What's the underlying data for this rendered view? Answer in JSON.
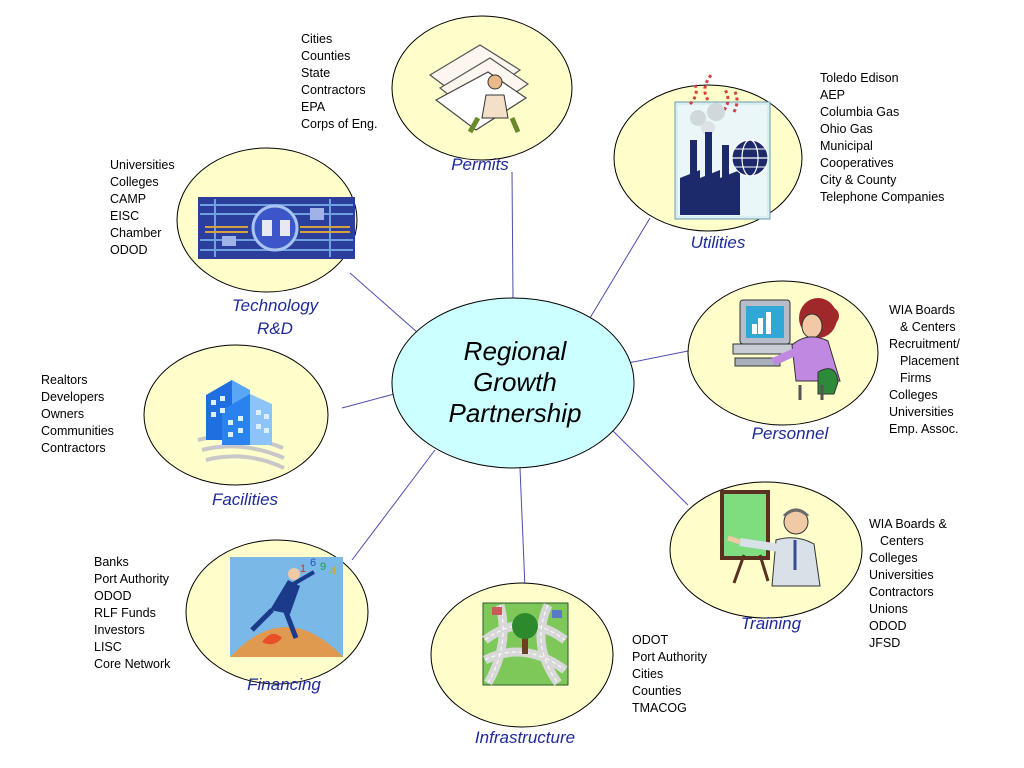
{
  "center": {
    "lines": [
      "Regional",
      "Growth",
      "Partnership"
    ]
  },
  "colors": {
    "node_fill": "#ffffcc",
    "center_fill": "#ccffff",
    "label": "#1f2a99",
    "connector": "#4d4dad"
  },
  "nodes": {
    "permits": {
      "label": "Permits",
      "icon": "papers-icon",
      "stakeholders": [
        "Cities",
        "Counties",
        "State",
        "Contractors",
        "EPA",
        "Corps of Eng."
      ]
    },
    "utilities": {
      "label": "Utilities",
      "icon": "factory-globe-icon",
      "stakeholders": [
        "Toledo Edison",
        "AEP",
        "Columbia Gas",
        "Ohio Gas",
        "Municipal",
        "Cooperatives",
        "City & County",
        "Telephone Companies"
      ]
    },
    "technology": {
      "label_lines": [
        "Technology",
        "R&D"
      ],
      "icon": "circuit-board-icon",
      "stakeholders": [
        "Universities",
        "Colleges",
        "CAMP",
        "EISC",
        "Chamber",
        "ODOD"
      ]
    },
    "personnel": {
      "label": "Personnel",
      "icon": "computer-worker-icon",
      "stakeholders": [
        "WIA Boards",
        "& Centers",
        "Recruitment/",
        "Placement",
        "Firms",
        "Colleges",
        "Universities",
        "Emp. Assoc."
      ]
    },
    "facilities": {
      "label": "Facilities",
      "icon": "office-buildings-icon",
      "stakeholders": [
        "Realtors",
        "Developers",
        "Owners",
        "Communities",
        "Contractors"
      ]
    },
    "training": {
      "label": "Training",
      "icon": "teacher-board-icon",
      "stakeholders": [
        "WIA Boards &",
        "Centers",
        "Colleges",
        "Universities",
        "Contractors",
        "Unions",
        "ODOD",
        "JFSD"
      ]
    },
    "financing": {
      "label": "Financing",
      "icon": "runner-numbers-icon",
      "stakeholders": [
        "Banks",
        "Port Authority",
        "ODOD",
        "RLF Funds",
        "Investors",
        "LISC",
        "Core Network"
      ]
    },
    "infrastructure": {
      "label": "Infrastructure",
      "icon": "roads-tree-icon",
      "stakeholders": [
        "ODOT",
        "Port Authority",
        "Cities",
        "Counties",
        "TMACOG"
      ]
    }
  }
}
